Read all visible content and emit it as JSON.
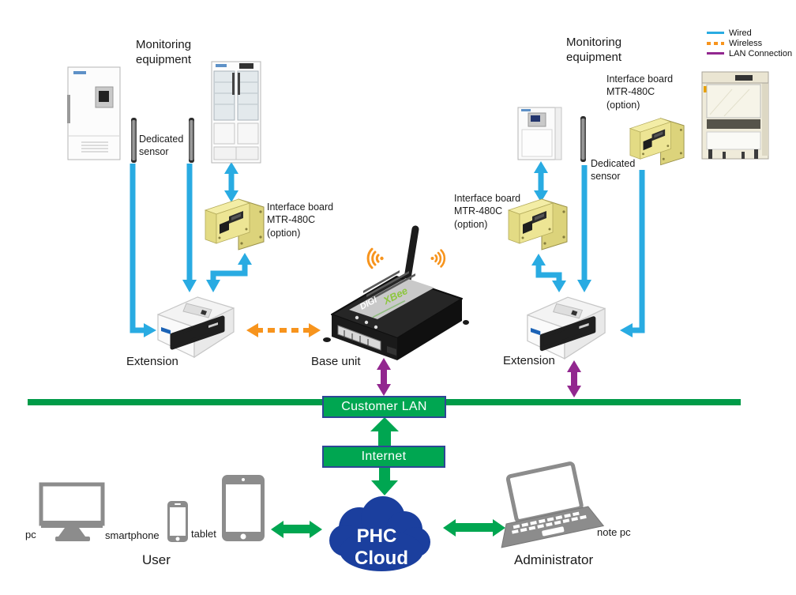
{
  "legend": {
    "items": [
      {
        "label": "Wired",
        "color": "#29ABE2",
        "style": "solid"
      },
      {
        "label": "Wireless",
        "color": "#F7941D",
        "style": "dashed"
      },
      {
        "label": "LAN Connection",
        "color": "#92278F",
        "style": "solid"
      }
    ]
  },
  "labels": {
    "monitoring_left": "Monitoring\nequipment",
    "monitoring_right": "Monitoring\nequipment",
    "dedicated_sensor_left": "Dedicated\nsensor",
    "dedicated_sensor_right": "Dedicated\nsensor",
    "interface_board_left": "Interface board\nMTR-480C\n(option)",
    "interface_board_right_top": "Interface board\nMTR-480C\n(option)",
    "interface_board_right_mid": "Interface board\nMTR-480C\n(option)",
    "extension_left": "Extension",
    "extension_right": "Extension",
    "base_unit": "Base unit",
    "pc": "pc",
    "smartphone": "smartphone",
    "tablet": "tablet",
    "note_pc": "note pc",
    "user": "User",
    "administrator": "Administrator"
  },
  "boxes": {
    "customer_lan": "Customer LAN",
    "internet": "Internet"
  },
  "cloud": {
    "line1": "PHC",
    "line2": "Cloud"
  },
  "base_unit_device": {
    "brand_digi": "DIGI",
    "brand_xbee": "XBee"
  },
  "colors": {
    "wired": "#29ABE2",
    "wireless": "#F7941D",
    "lan_connection": "#92278F",
    "green": "#00A651",
    "green_line": "#009B48",
    "box_border": "#2E4696",
    "cloud_fill": "#1B3F9E",
    "device_logo_blue": "#1B62B5",
    "xbee_green": "#8DC63F"
  },
  "icons": {
    "freezer": "upright-freezer",
    "refrigerator": "glass-door-refrigerator",
    "incubator": "incubator",
    "safety_cabinet": "biological-safety-cabinet",
    "sensor": "dedicated-sensor-probe",
    "interface_board": "interface-board-module",
    "extension": "extension-wireless-unit",
    "base_unit": "base-unit-gateway",
    "wireless_signal": "wifi-waves",
    "cloud": "cloud",
    "pc": "desktop-monitor",
    "smartphone": "smartphone",
    "tablet": "tablet",
    "laptop": "laptop"
  }
}
